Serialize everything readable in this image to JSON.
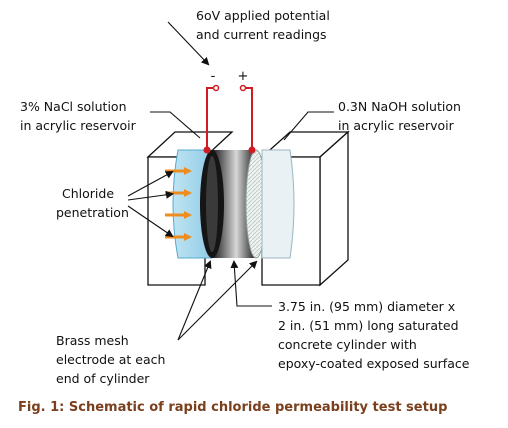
{
  "labels": {
    "applied_potential": [
      "6oV applied potential",
      "and current readings"
    ],
    "nacl": [
      "3% NaCl solution",
      "in acrylic reservoir"
    ],
    "naoh": [
      "0.3N NaOH solution",
      "in acrylic reservoir"
    ],
    "chloride": [
      "Chloride",
      "penetration"
    ],
    "mesh": [
      "Brass mesh",
      "electrode at each",
      "end of cylinder"
    ],
    "cylinder": [
      "3.75 in. (95 mm) diameter x",
      "2 in. (51 mm) long saturated",
      "concrete cylinder with",
      "epoxy-coated exposed surface"
    ]
  },
  "polarity": {
    "negative": "-",
    "positive": "+"
  },
  "caption": "Fig. 1: Schematic of rapid chloride permeability test setup",
  "colors": {
    "wire": "#d01b22",
    "arrow": "#f08c1e",
    "nacl_solution": "#a9d9ee",
    "caption": "#7a3f1c"
  }
}
